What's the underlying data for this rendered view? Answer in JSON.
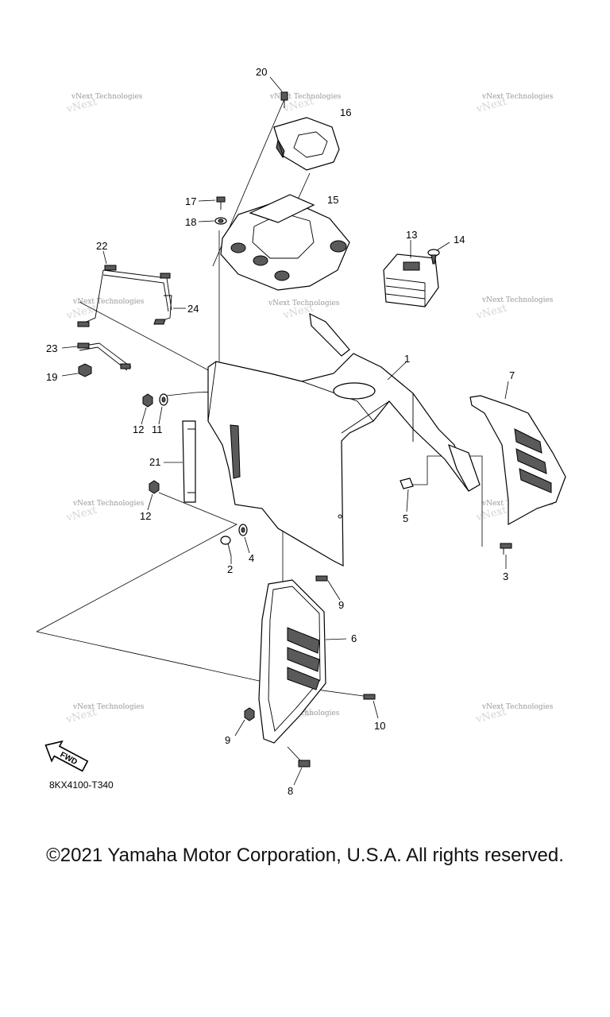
{
  "watermark": "vNext Technologies",
  "diagram_code": "8KX4100-T340",
  "fwd_label": "FWD",
  "copyright": "©2021 Yamaha Motor Corporation, U.S.A. All rights reserved.",
  "callouts": {
    "c1": "1",
    "c2": "2",
    "c3": "3",
    "c4": "4",
    "c5": "5",
    "c6": "6",
    "c7": "7",
    "c8": "8",
    "c9a": "9",
    "c9b": "9",
    "c10": "10",
    "c11": "11",
    "c12a": "12",
    "c12b": "12",
    "c13": "13",
    "c14": "14",
    "c15": "15",
    "c16": "16",
    "c17": "17",
    "c18": "18",
    "c19": "19",
    "c20": "20",
    "c21": "21",
    "c22": "22",
    "c23": "23",
    "c24": "24"
  }
}
